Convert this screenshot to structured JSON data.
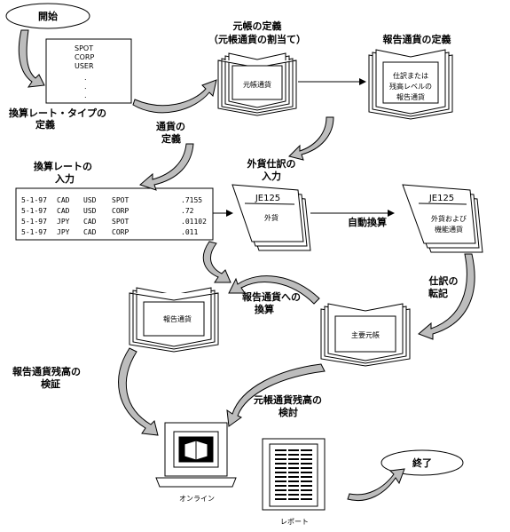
{
  "start": {
    "label": "開始"
  },
  "end": {
    "label": "終了"
  },
  "rate_types": {
    "items": [
      "SPOT",
      "CORP",
      "USER",
      ".",
      ".",
      "."
    ],
    "caption_1": "換算レート・タイプの",
    "caption_2": "定義"
  },
  "currency_def": {
    "line1": "通貨の",
    "line2": "定義"
  },
  "functional_book": {
    "title_1": "元帳の定義",
    "title_2": "（元帳通貨の割当て）",
    "inner": "元帳通貨"
  },
  "reporting_book": {
    "title": "報告通貨の定義",
    "inner_1": "仕訳または",
    "inner_2": "残高レベルの",
    "inner_3": "報告通貨"
  },
  "rate_entry": {
    "caption_1": "換算レートの",
    "caption_2": "入力",
    "rows": [
      {
        "date": "5-1-97",
        "from": "CAD",
        "to": "USD",
        "type": "SPOT",
        "rate": ".7155"
      },
      {
        "date": "5-1-97",
        "from": "CAD",
        "to": "USD",
        "type": "CORP",
        "rate": ".72"
      },
      {
        "date": "5-1-97",
        "from": "JPY",
        "to": "CAD",
        "type": "SPOT",
        "rate": ".01102"
      },
      {
        "date": "5-1-97",
        "from": "JPY",
        "to": "CAD",
        "type": "CORP",
        "rate": ".011"
      }
    ]
  },
  "foreign_journal": {
    "caption_1": "外貨仕訳の",
    "caption_2": "入力",
    "je": "JE125",
    "body": "外貨"
  },
  "auto_convert": {
    "label": "自動換算"
  },
  "converted_journal": {
    "je": "JE125",
    "body_1": "外貨および",
    "body_2": "機能通貨"
  },
  "posting": {
    "line1": "仕訳の",
    "line2": "転記"
  },
  "general_ledger": {
    "inner": "主要元帳"
  },
  "to_reporting": {
    "line1": "報告通貨への",
    "line2": "換算"
  },
  "reporting_ledger": {
    "inner": "報告通貨"
  },
  "verify_reporting": {
    "line1": "報告通貨残高の",
    "line2": "検証"
  },
  "review_functional": {
    "line1": "元帳通貨残高の",
    "line2": "検討"
  },
  "online": {
    "label": "オンライン"
  },
  "report": {
    "label": "レポート"
  }
}
